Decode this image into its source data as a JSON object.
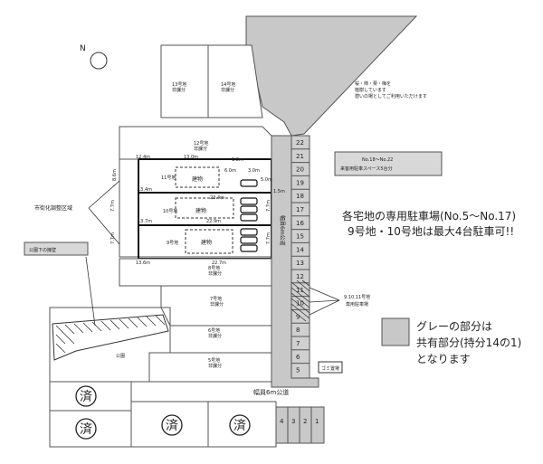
{
  "north_label": "N",
  "planting_note": {
    "line1": "桜・柿・栗・梅を",
    "line2": "植樹しています",
    "line3": "憩いの場としてご利用いただけます"
  },
  "guest_parking": {
    "line1": "No.18〜No.22",
    "line2": "来客用駐車スペース5台分"
  },
  "parking_note": {
    "line1": "各宅地の専用駐車場(No.5〜No.17)",
    "line2": "9号地・10号地は最大4台駐車可!!"
  },
  "shared_note": {
    "line1": "グレーの部分は",
    "line2": "共有部分(持分14の1)",
    "line3": "となります"
  },
  "zone_label": "市街化調整区域",
  "retaining_wall_label": "公園下の擁壁",
  "park_label": "公園",
  "garbage_label": "ゴミ置場",
  "public_road_v": "幅員6m公道",
  "public_road_h": "幅員6m公道",
  "lot_parking_label": {
    "line1": "9.10.11号地",
    "line2": "専用駐車場"
  },
  "lots": {
    "lot13": {
      "name": "13号地",
      "status": "非課分"
    },
    "lot14": {
      "name": "14号地",
      "status": "非課分"
    },
    "lot12": {
      "name": "12号地",
      "status": "非課分"
    },
    "lot11": {
      "name": "11号地"
    },
    "lot10": {
      "name": "10号地"
    },
    "lot9": {
      "name": "9号地"
    },
    "lot8": {
      "name": "8号地",
      "status": "非課分"
    },
    "lot7": {
      "name": "7号地",
      "status": "非課分"
    },
    "lot6": {
      "name": "6号地",
      "status": "非課分"
    },
    "lot5": {
      "name": "5号地",
      "status": "非課分"
    }
  },
  "building_label": "建物",
  "dimensions": {
    "d12_4": "12.4m",
    "d13_0": "13.0m",
    "d1_8": "1.8m",
    "d6_0": "6.0m",
    "d3_0": "3.0m",
    "d5_0": "5.0m",
    "d8_6": "8.6m",
    "d13_4": "13.4m",
    "d23_4": "23.4m",
    "d1_5": "1.5m",
    "d7_7a": "7.7m",
    "d7_7b": "7.7m",
    "d7_7c": "7.7m",
    "d7_7d": "7.7m",
    "d13_7": "13.7m",
    "d22_9": "22.9m",
    "d13_6": "13.6m",
    "d22_7": "22.7m"
  },
  "parking_spaces": [
    "22",
    "21",
    "20",
    "19",
    "18",
    "17",
    "16",
    "15",
    "14",
    "13",
    "12",
    "11",
    "10",
    "9",
    "8",
    "7",
    "6",
    "5"
  ],
  "bottom_spaces": [
    "4",
    "3",
    "2",
    "1"
  ],
  "sold_mark": "済"
}
